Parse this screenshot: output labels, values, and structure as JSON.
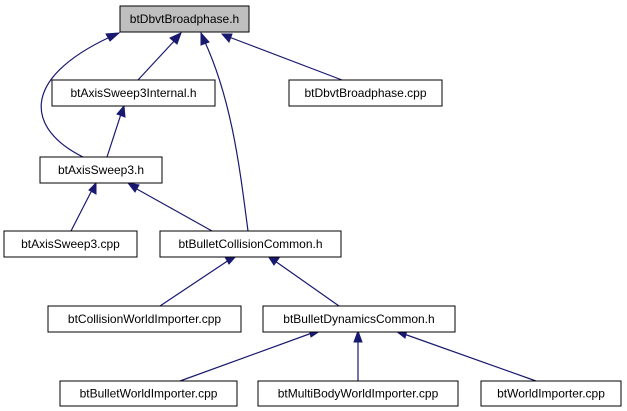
{
  "colors": {
    "edge": "#191970",
    "node_border": "#000000",
    "node_fill": "#ffffff",
    "root_fill": "#bfbfbf"
  },
  "nodes": [
    {
      "id": "btDbvtBroadphase_h",
      "label": "btDbvtBroadphase.h",
      "highlighted": true
    },
    {
      "id": "btAxisSweep3Internal_h",
      "label": "btAxisSweep3Internal.h",
      "highlighted": false
    },
    {
      "id": "btDbvtBroadphase_cpp",
      "label": "btDbvtBroadphase.cpp",
      "highlighted": false
    },
    {
      "id": "btAxisSweep3_h",
      "label": "btAxisSweep3.h",
      "highlighted": false
    },
    {
      "id": "btAxisSweep3_cpp",
      "label": "btAxisSweep3.cpp",
      "highlighted": false
    },
    {
      "id": "btBulletCollisionCommon_h",
      "label": "btBulletCollisionCommon.h",
      "highlighted": false
    },
    {
      "id": "btCollisionWorldImporter_cpp",
      "label": "btCollisionWorldImporter.cpp",
      "highlighted": false
    },
    {
      "id": "btBulletDynamicsCommon_h",
      "label": "btBulletDynamicsCommon.h",
      "highlighted": false
    },
    {
      "id": "btBulletWorldImporter_cpp",
      "label": "btBulletWorldImporter.cpp",
      "highlighted": false
    },
    {
      "id": "btMultiBodyWorldImporter_cpp",
      "label": "btMultiBodyWorldImporter.cpp",
      "highlighted": false
    },
    {
      "id": "btWorldImporter_cpp",
      "label": "btWorldImporter.cpp",
      "highlighted": false
    }
  ],
  "edges": [
    {
      "from": "btAxisSweep3Internal_h",
      "to": "btDbvtBroadphase_h"
    },
    {
      "from": "btAxisSweep3_h",
      "to": "btDbvtBroadphase_h"
    },
    {
      "from": "btBulletCollisionCommon_h",
      "to": "btDbvtBroadphase_h"
    },
    {
      "from": "btDbvtBroadphase_cpp",
      "to": "btDbvtBroadphase_h"
    },
    {
      "from": "btAxisSweep3_h",
      "to": "btAxisSweep3Internal_h"
    },
    {
      "from": "btAxisSweep3_cpp",
      "to": "btAxisSweep3_h"
    },
    {
      "from": "btBulletCollisionCommon_h",
      "to": "btAxisSweep3_h"
    },
    {
      "from": "btCollisionWorldImporter_cpp",
      "to": "btBulletCollisionCommon_h"
    },
    {
      "from": "btBulletDynamicsCommon_h",
      "to": "btBulletCollisionCommon_h"
    },
    {
      "from": "btBulletWorldImporter_cpp",
      "to": "btBulletDynamicsCommon_h"
    },
    {
      "from": "btMultiBodyWorldImporter_cpp",
      "to": "btBulletDynamicsCommon_h"
    },
    {
      "from": "btWorldImporter_cpp",
      "to": "btBulletDynamicsCommon_h"
    }
  ]
}
